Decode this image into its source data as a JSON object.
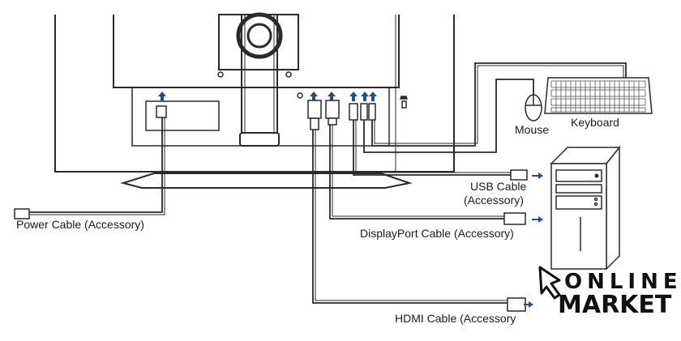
{
  "labels": {
    "mouse": "Mouse",
    "keyboard": "Keyboard",
    "usb_line1": "USB Cable",
    "usb_line2": "(Accessory)",
    "displayport": "DisplayPort Cable (Accessory)",
    "power": "Power Cable (Accessory)",
    "hdmi": "HDMI Cable (Accessory"
  },
  "watermark": {
    "line1": "ONLINE",
    "line2": "MARKET"
  },
  "colors": {
    "line": "#2a2a2a",
    "arrow": "#1f4f8f",
    "background": "#ffffff"
  }
}
